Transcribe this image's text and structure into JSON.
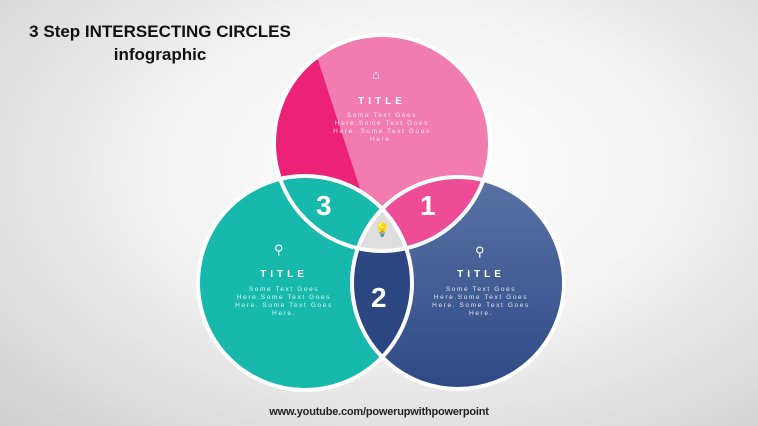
{
  "heading": {
    "line1": "3 Step INTERSECTING CIRCLES",
    "line2": "infographic"
  },
  "circles": [
    {
      "title": "TITLE",
      "body": "Some Text Goes Here.Some Text Goes Here. Some Text Goes Here.",
      "icon": "home-icon",
      "color": "#f27bb0"
    },
    {
      "title": "TITLE",
      "body": "Some Text Goes Here.Some Text Goes Here. Some Text Goes Here.",
      "icon": "location-pin-icon",
      "color": "#17b9ad"
    },
    {
      "title": "TITLE",
      "body": "Some Text Goes Here.Some Text Goes Here. Some Text Goes Here.",
      "icon": "search-icon",
      "color": "#3c5690"
    }
  ],
  "intersections": {
    "pink_blue": "1",
    "teal_blue": "2",
    "pink_teal": "3",
    "center_icon": "lightbulb-icon"
  },
  "footer": "www.youtube.com/powerupwithpowerpoint"
}
